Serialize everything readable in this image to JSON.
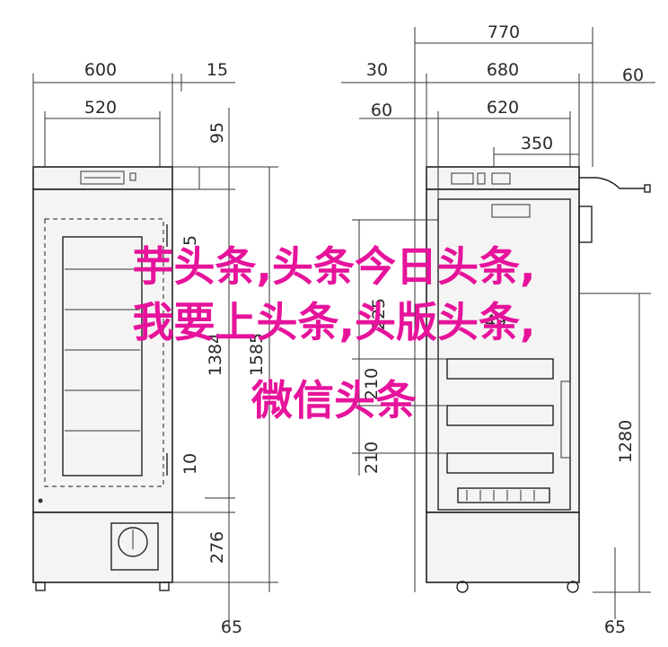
{
  "dimensions": {
    "left_width_outer": "600",
    "left_offset_top": "15",
    "left_width_inner": "520",
    "left_top_height": "95",
    "left_gap": "5",
    "left_height_main": "1384",
    "left_height_total": "1585",
    "left_small": "10",
    "left_base": "276",
    "left_foot": "65",
    "right_depth_total": "770",
    "right_offset_back": "30",
    "right_depth_body": "680",
    "right_offset_side": "60",
    "right_offset_door": "60",
    "right_depth_inner": "620",
    "right_cord": "350",
    "right_shelf_top": "225",
    "right_shelf_mid": "210",
    "right_shelf_low": "210",
    "right_height_inner": "1280",
    "right_foot": "65",
    "right_mark": "49"
  },
  "overlay": {
    "line1": "芋头条,头条今日头条,",
    "line2": "我要上头条,头版头条,",
    "line3": "微信头条"
  },
  "colors": {
    "overlay": "#e6139b",
    "line": "#222222",
    "body_fill": "#f4f4f4"
  }
}
